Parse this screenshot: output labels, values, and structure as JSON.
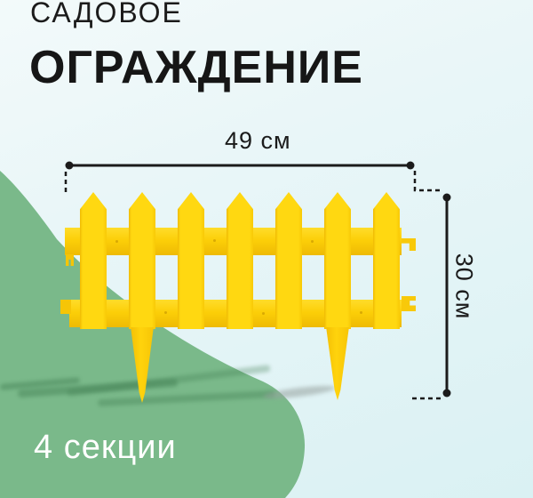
{
  "title": {
    "line1": "САДОВОЕ",
    "line2": "ОГРАЖДЕНИЕ"
  },
  "annotations": {
    "width_label": "49 см",
    "height_label": "30 см",
    "sections_label": "4 секции"
  },
  "fence_illustration": {
    "picket_count": 7,
    "rail_count": 2,
    "ground_stake_count": 2
  },
  "colors": {
    "fence_yellow": "#ffd60e",
    "accent_green": "#7ab98a",
    "background_tint": "#e3f4f6",
    "annotation_black": "#1b1b1b",
    "sections_text_white": "#ffffff"
  }
}
